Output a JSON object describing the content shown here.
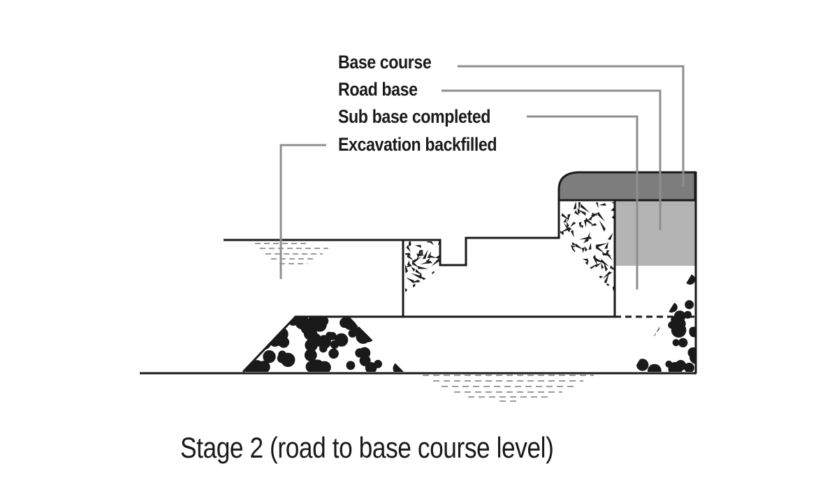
{
  "labels": {
    "base_course": "Base course",
    "road_base": "Road base",
    "sub_base": "Sub base completed",
    "excavation": "Excavation backfilled"
  },
  "title": "Stage 2 (road to base course level)",
  "colors": {
    "outline": "#1a1a1a",
    "leader": "#8e8e8e",
    "base_course_fill": "#7d7d7d",
    "road_base_fill": "#b4b4b4",
    "water_dash": "#7a7a7a"
  }
}
